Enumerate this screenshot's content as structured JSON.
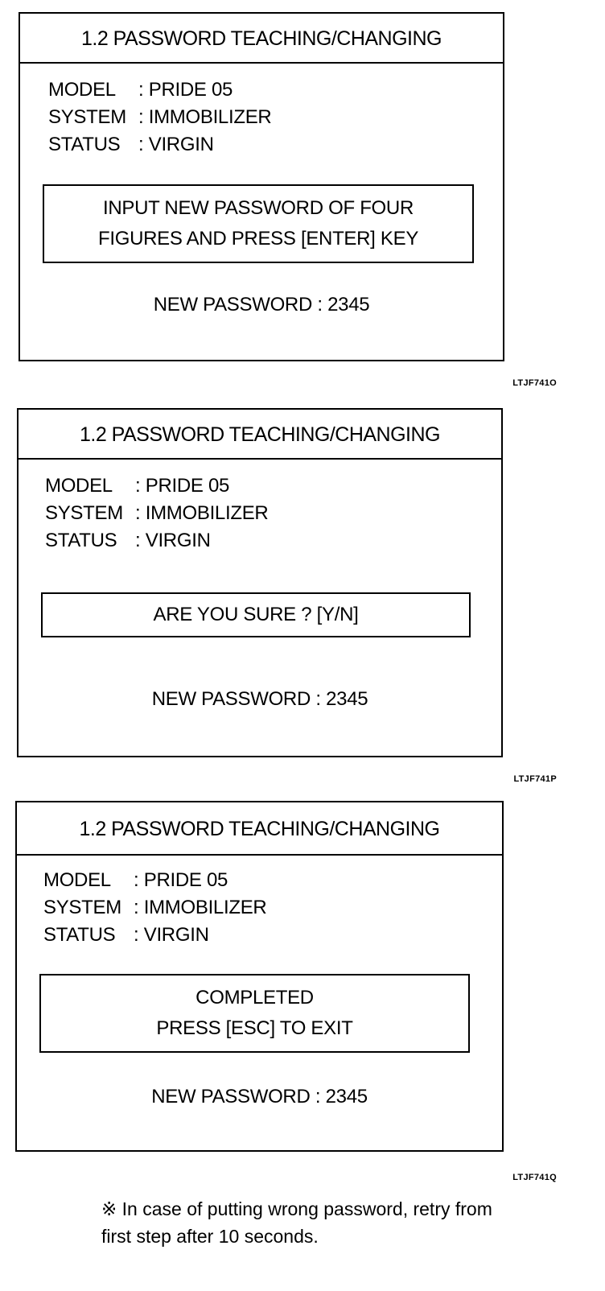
{
  "screens": [
    {
      "title": "1.2  PASSWORD TEACHING/CHANGING",
      "model_label": "MODEL",
      "model_value": ": PRIDE 05",
      "system_label": "SYSTEM",
      "system_value": ": IMMOBILIZER",
      "status_label": "STATUS",
      "status_value": ": VIRGIN",
      "message_line1": "INPUT NEW PASSWORD OF FOUR",
      "message_line2": "FIGURES AND PRESS [ENTER] KEY",
      "new_password": "NEW PASSWORD : 2345",
      "figure_code": "LTJF741O"
    },
    {
      "title": "1.2  PASSWORD TEACHING/CHANGING",
      "model_label": "MODEL",
      "model_value": ": PRIDE 05",
      "system_label": "SYSTEM",
      "system_value": ": IMMOBILIZER",
      "status_label": "STATUS",
      "status_value": ": VIRGIN",
      "message_line1": "ARE YOU SURE ? [Y/N]",
      "new_password": "NEW PASSWORD :  2345",
      "figure_code": "LTJF741P"
    },
    {
      "title": "1.2  PASSWORD TEACHING/CHANGING",
      "model_label": "MODEL",
      "model_value": ": PRIDE 05",
      "system_label": "SYSTEM",
      "system_value": ": IMMOBILIZER",
      "status_label": "STATUS",
      "status_value": ": VIRGIN",
      "message_line1": "COMPLETED",
      "message_line2": "PRESS [ESC] TO EXIT",
      "new_password": "NEW PASSWORD : 2345",
      "figure_code": "LTJF741Q"
    }
  ],
  "note": {
    "line1": "※ In case of putting wrong password, retry from",
    "line2": "first step after 10 seconds."
  }
}
